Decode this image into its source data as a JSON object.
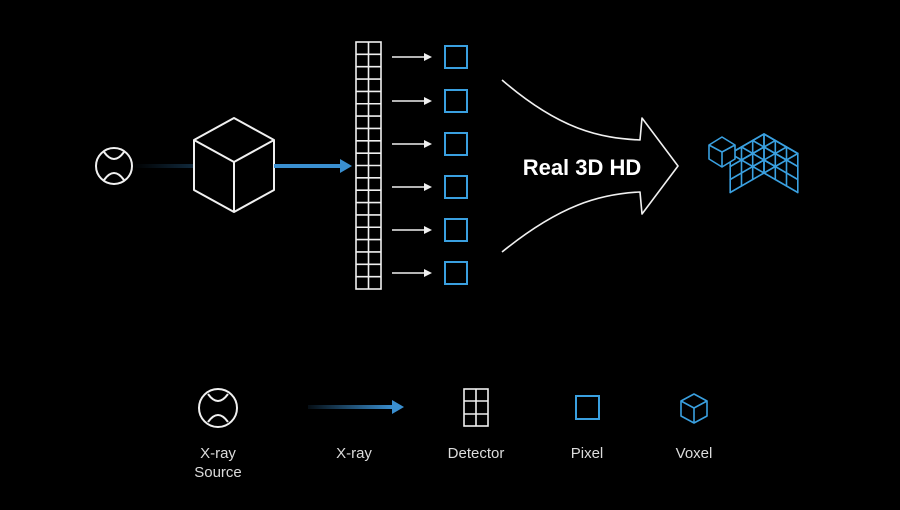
{
  "colors": {
    "background": "#000000",
    "line": "#f0f0f0",
    "accent_blue": "#3a8fd0",
    "pixel_blue": "#3aa0e0"
  },
  "diagram": {
    "arrow_text": "Real 3D HD"
  },
  "legend": {
    "items": [
      {
        "icon": "xray-source-icon",
        "label": "X-ray\nSource"
      },
      {
        "icon": "xray-beam-icon",
        "label": "X-ray"
      },
      {
        "icon": "detector-icon",
        "label": "Detector"
      },
      {
        "icon": "pixel-icon",
        "label": "Pixel"
      },
      {
        "icon": "voxel-icon",
        "label": "Voxel"
      }
    ]
  }
}
